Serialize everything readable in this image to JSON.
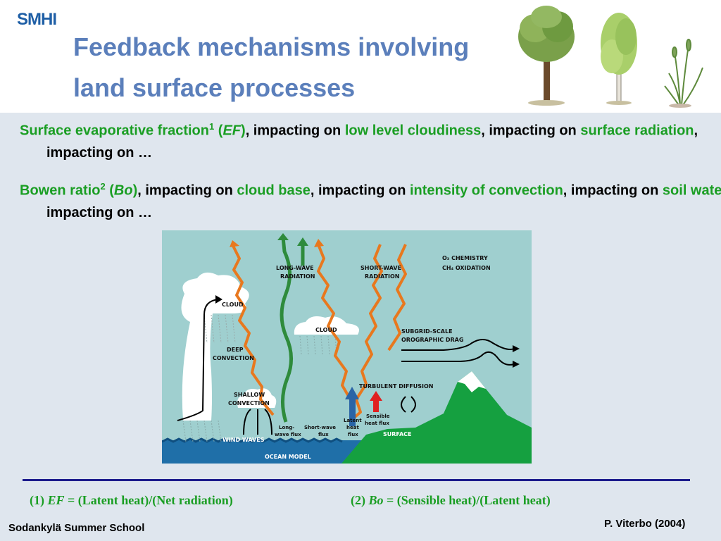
{
  "header": {
    "logo": "SMHI",
    "title_line1": "Feedback mechanisms involving",
    "title_line2": "land surface processes",
    "decoration_icons": [
      "tree-icon",
      "birch-tree-icon",
      "grass-plant-icon"
    ]
  },
  "bullets": [
    {
      "segments": [
        {
          "text": "Surface evaporative fraction",
          "color": "green"
        },
        {
          "text": "1",
          "color": "green",
          "sup": true
        },
        {
          "text": " (",
          "color": "green"
        },
        {
          "text": "EF",
          "color": "green",
          "italic": true
        },
        {
          "text": ")",
          "color": "green"
        },
        {
          "text": ", impacting on ",
          "color": "black"
        },
        {
          "text": "low level cloudiness",
          "color": "green"
        },
        {
          "text": ", impacting on ",
          "color": "black"
        },
        {
          "text": "surface radiation",
          "color": "green"
        },
        {
          "text": ", impacting on …",
          "color": "black"
        }
      ]
    },
    {
      "segments": [
        {
          "text": "Bowen ratio",
          "color": "green"
        },
        {
          "text": "2",
          "color": "green",
          "sup": true
        },
        {
          "text": " (",
          "color": "green"
        },
        {
          "text": "Bo",
          "color": "green",
          "italic": true
        },
        {
          "text": ")",
          "color": "green"
        },
        {
          "text": ", impacting on ",
          "color": "black"
        },
        {
          "text": "cloud base",
          "color": "green"
        },
        {
          "text": ", impacting on ",
          "color": "black"
        },
        {
          "text": "intensity of convection",
          "color": "green"
        },
        {
          "text": ", impacting on ",
          "color": "black"
        },
        {
          "text": "soil water",
          "color": "green"
        },
        {
          "text": ", impacting on …",
          "color": "black"
        }
      ]
    }
  ],
  "figure": {
    "labels": {
      "cloud_left": "CLOUD",
      "deep_convection_1": "DEEP",
      "deep_convection_2": "CONVECTION",
      "shallow_convection_1": "SHALLOW",
      "shallow_convection_2": "CONVECTION",
      "longwave_radiation_1": "LONG-WAVE",
      "longwave_radiation_2": "RADIATION",
      "shortwave_radiation_1": "SHORT-WAVE",
      "shortwave_radiation_2": "RADIATION",
      "cloud_center": "CLOUD",
      "o3_chemistry": "O₃ CHEMISTRY",
      "ch4_oxidation": "CH₄ OXIDATION",
      "subgrid_drag_1": "SUBGRID-SCALE",
      "subgrid_drag_2": "OROGRAPHIC  DRAG",
      "turbulent_diffusion": "TURBULENT DIFFUSION",
      "longwave_flux_1": "Long-",
      "longwave_flux_2": "wave flux",
      "shortwave_flux_1": "Short-wave",
      "shortwave_flux_2": "flux",
      "latent_heat_1": "Latent",
      "latent_heat_2": "heat",
      "latent_heat_3": "flux",
      "sensible_heat_1": "Sensible",
      "sensible_heat_2": "heat flux",
      "wind_waves": "WIND WAVES",
      "surface": "SURFACE",
      "ocean_model": "OCEAN MODEL"
    },
    "colors": {
      "sky": "#9fcfcf",
      "ocean": "#1f6fa8",
      "land": "#15a040",
      "longwave_arrow": "#2e8b3c",
      "shortwave_arrow": "#e8781e",
      "latent_arrow": "#2a64a6",
      "sensible_arrow": "#e02020"
    }
  },
  "footnotes": {
    "note1": {
      "prefix": "(1) ",
      "symbol": "EF",
      "rest": " = (Latent heat)/(Net radiation)"
    },
    "note2": {
      "prefix": "(2) ",
      "symbol": "Bo",
      "rest": " = (Sensible heat)/(Latent heat)"
    }
  },
  "footer": {
    "left": "Sodankylä Summer School",
    "right": "P. Viterbo (2004)"
  }
}
